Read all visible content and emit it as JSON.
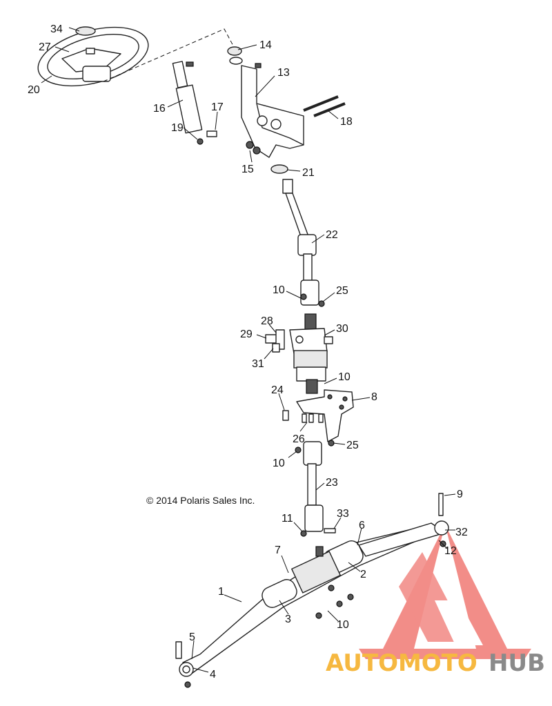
{
  "copyright": "© 2014 Polaris Sales Inc.",
  "watermark": {
    "part1": "AUTOMOTO",
    "part2": "HUB",
    "color1": "#f6b840",
    "color2": "#8a8a8a",
    "logo_color": "#f07a74"
  },
  "callouts": [
    "34",
    "27",
    "20",
    "14",
    "13",
    "16",
    "17",
    "19",
    "18",
    "15",
    "21",
    "22",
    "10",
    "25",
    "28",
    "29",
    "30",
    "31",
    "10",
    "24",
    "8",
    "26",
    "25",
    "10",
    "23",
    "9",
    "11",
    "33",
    "6",
    "32",
    "7",
    "12",
    "2",
    "1",
    "3",
    "10",
    "5",
    "4"
  ]
}
